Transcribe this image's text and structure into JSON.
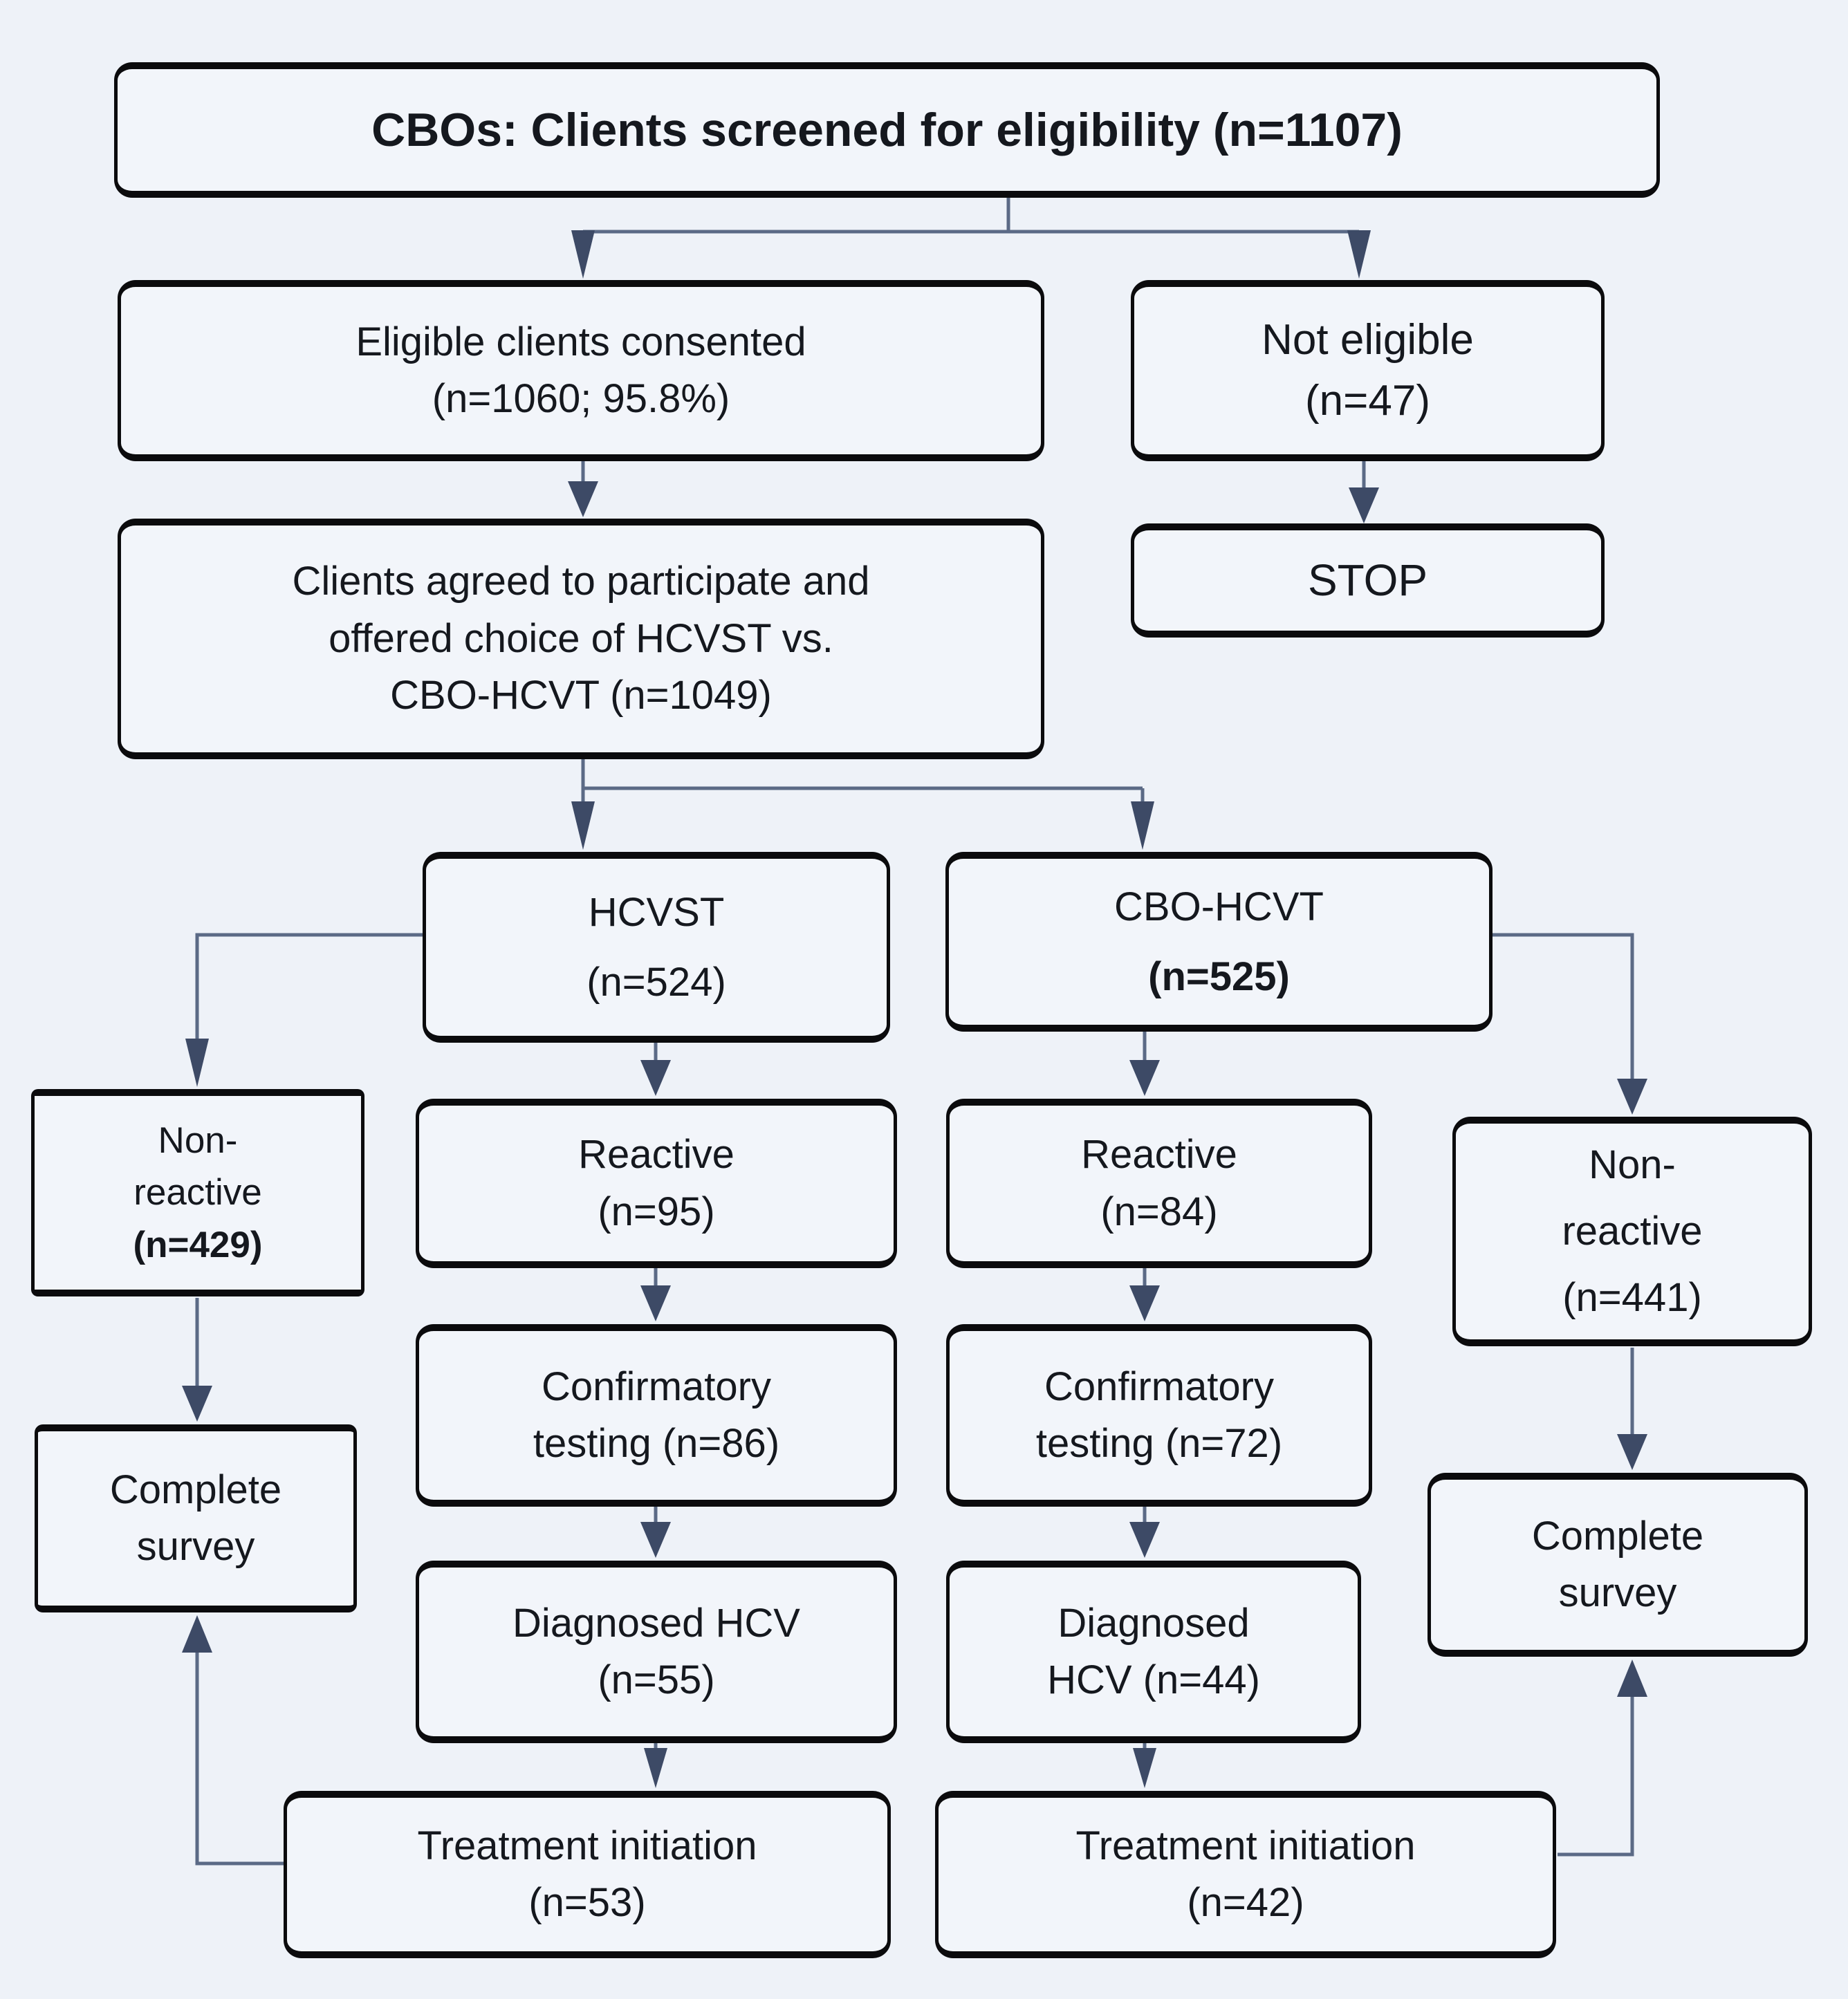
{
  "figure": {
    "description": "Study flow diagram of clients screened at community-based organizations (CBOs) comparing HCV self-testing (HCVST) and CBO-based HCV testing (CBO-HCVT)"
  },
  "colors": {
    "bg": "#eef2f8",
    "box-bg": "#f2f5fa",
    "border": "#0b0b0d",
    "text": "#15181e",
    "connector": "#5b6a86",
    "arrowhead": "#3d4a66"
  },
  "nodes": {
    "screened": {
      "lines": [
        "CBOs: Clients screened for eligibility (n=1107)"
      ]
    },
    "eligible": {
      "lines": [
        "Eligible clients consented",
        "(n=1060; 95.8%)"
      ]
    },
    "not_eligible": {
      "lines": [
        "Not eligible",
        "(n=47)"
      ]
    },
    "agreed": {
      "lines": [
        "Clients agreed to participate and",
        "offered choice of HCVST vs.",
        "CBO-HCVT (n=1049)"
      ]
    },
    "stop": {
      "lines": [
        "STOP"
      ]
    },
    "hcvst": {
      "lines": [
        "HCVST",
        "(n=524)"
      ]
    },
    "cbo_hcvt": {
      "lines": [
        "CBO-HCVT",
        "(n=525)"
      ]
    },
    "nonreactive_left": {
      "lines": [
        "Non-",
        "reactive",
        "(n=429)"
      ]
    },
    "reactive_hcvst": {
      "lines": [
        "Reactive",
        "(n=95)"
      ]
    },
    "reactive_cbo": {
      "lines": [
        "Reactive",
        "(n=84)"
      ]
    },
    "nonreactive_right": {
      "lines": [
        "Non-",
        "reactive",
        "(n=441)"
      ]
    },
    "confirmatory_hcvst": {
      "lines": [
        "Confirmatory",
        "testing (n=86)"
      ]
    },
    "confirmatory_cbo": {
      "lines": [
        "Confirmatory",
        "testing (n=72)"
      ]
    },
    "diagnosed_hcvst": {
      "lines": [
        "Diagnosed HCV",
        "(n=55)"
      ]
    },
    "diagnosed_cbo": {
      "lines": [
        "Diagnosed",
        "HCV (n=44)"
      ]
    },
    "complete_survey_left": {
      "lines": [
        "Complete",
        "survey"
      ]
    },
    "complete_survey_right": {
      "lines": [
        "Complete",
        "survey"
      ]
    },
    "treatment_hcvst": {
      "lines": [
        "Treatment initiation",
        "(n=53)"
      ]
    },
    "treatment_cbo": {
      "lines": [
        "Treatment initiation",
        "(n=42)"
      ]
    }
  }
}
